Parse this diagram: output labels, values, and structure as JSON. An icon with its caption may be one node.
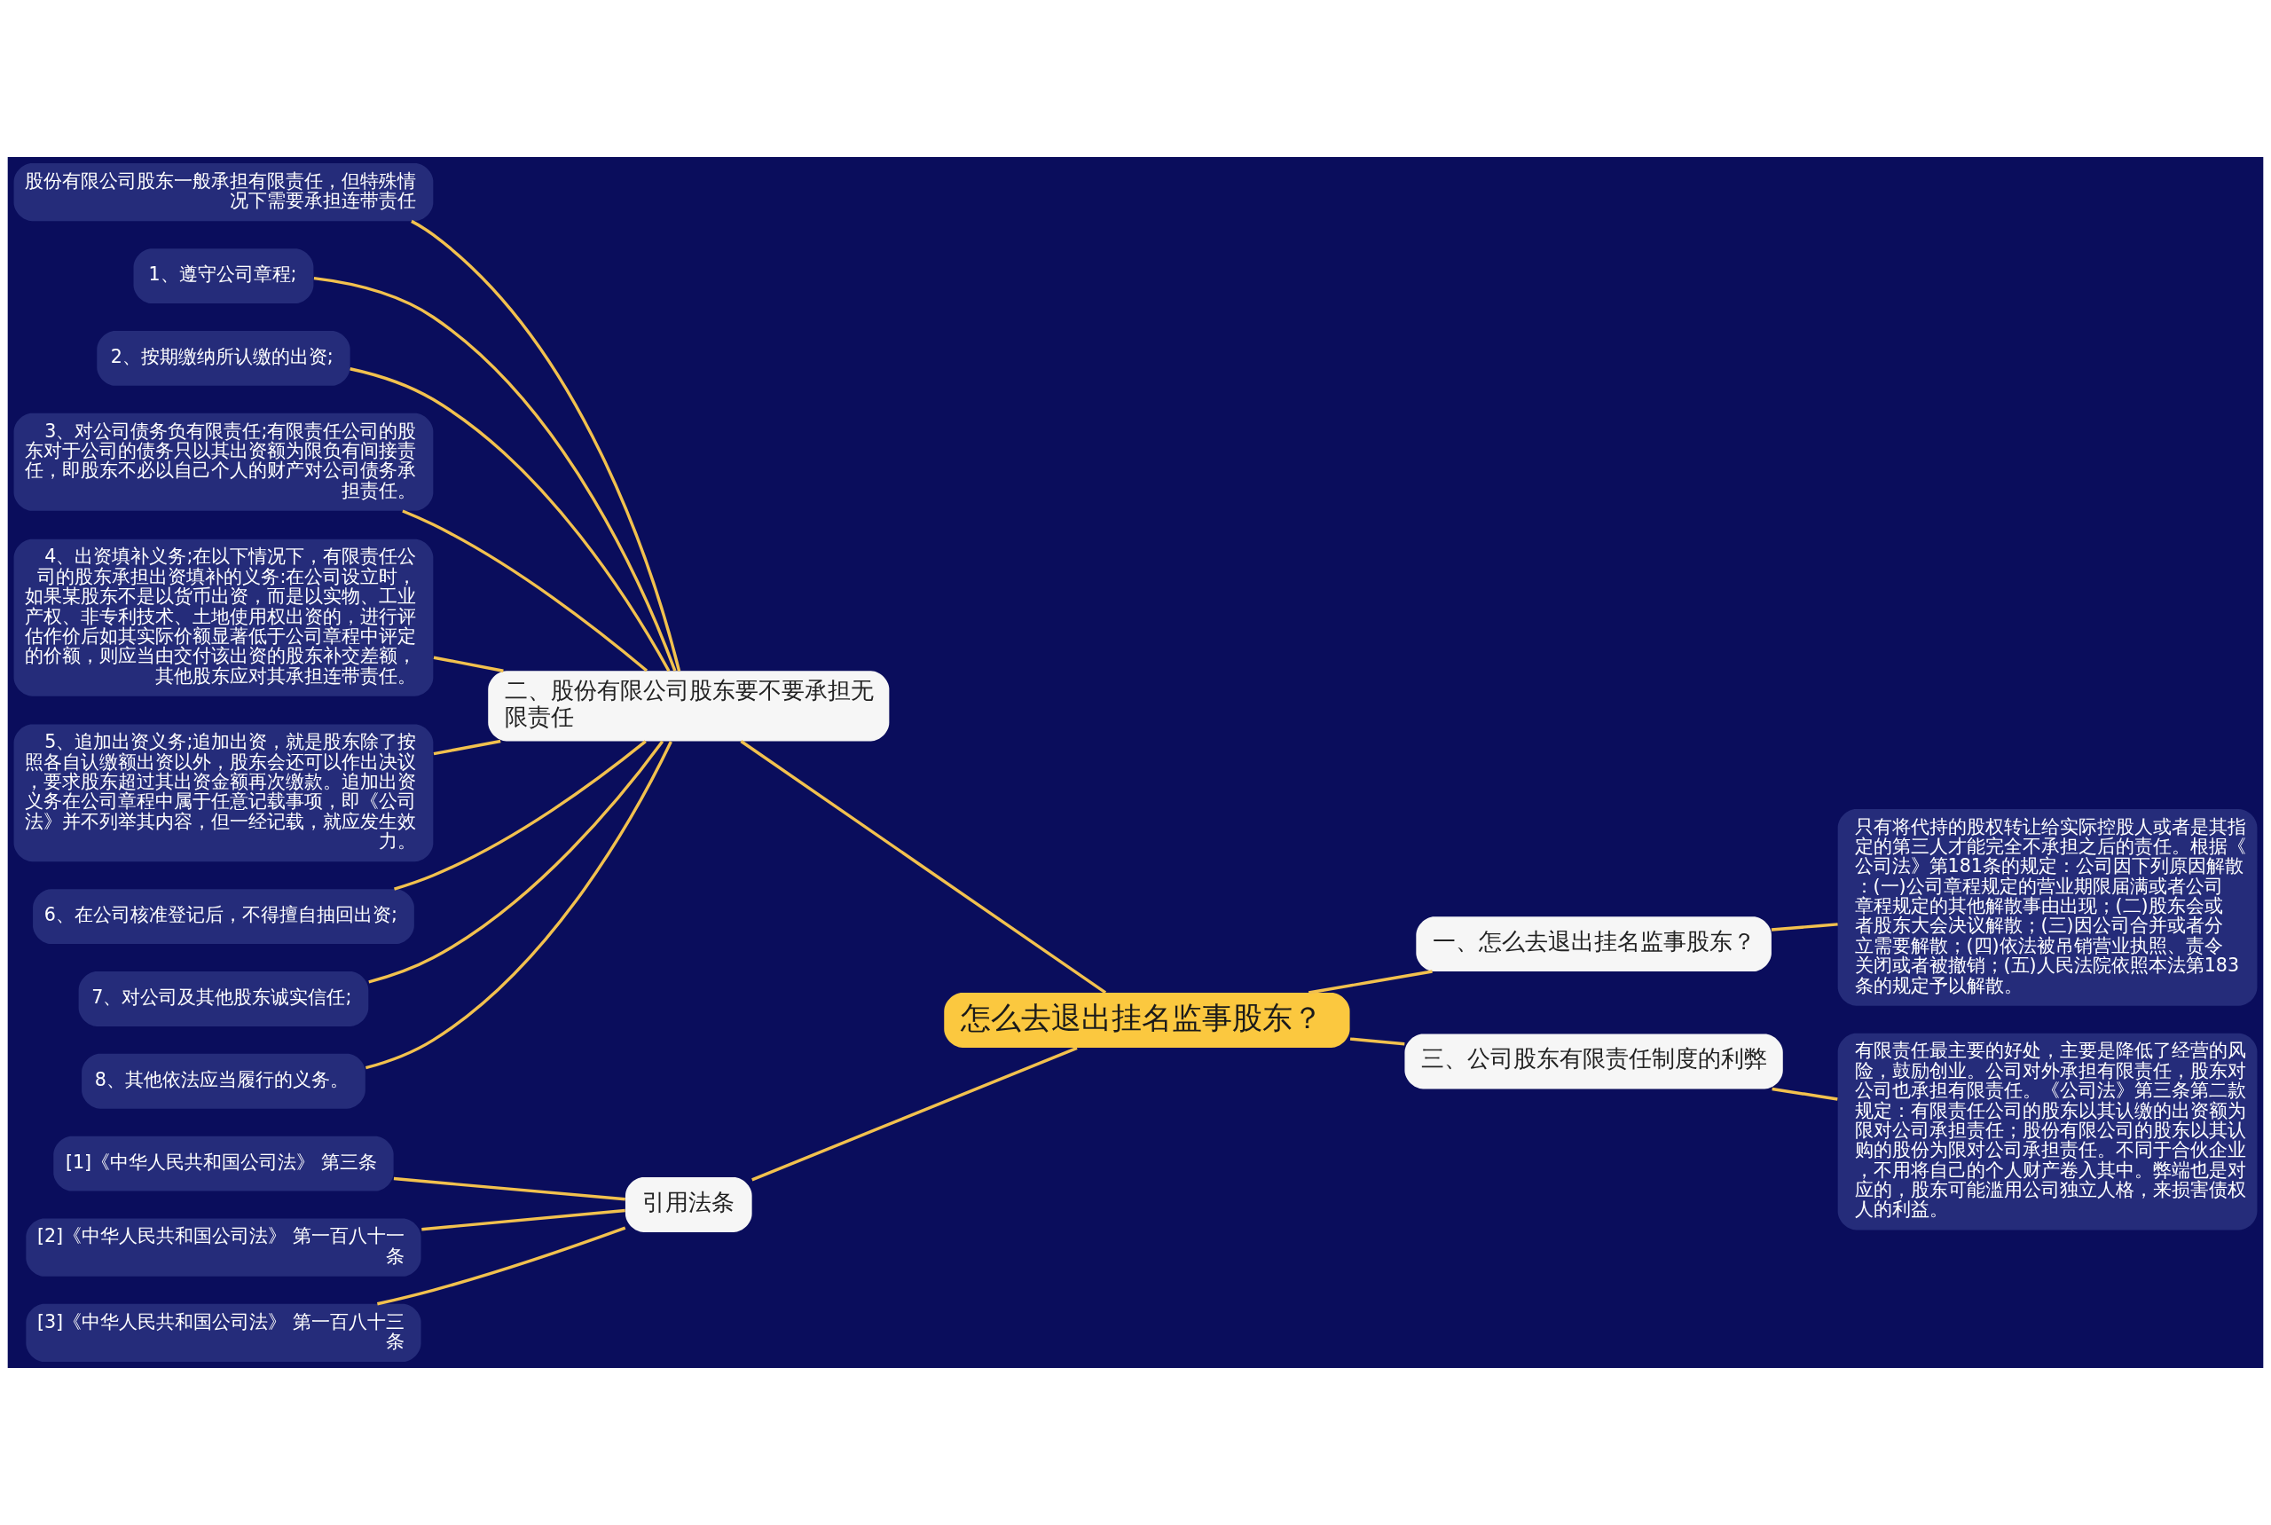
{
  "diagram": {
    "nodes": [
      {
        "text": [
          "怎么去退出挂名监事股东？"
        ]
      },
      {
        "text": [
          "二、股份有限公司股东要不要承担无限责任"
        ]
      },
      {
        "text": [
          "股份有限公司股东一般承担有限责任，但特殊情况下需要承担连带责任"
        ]
      },
      {
        "text": [
          "1、遵守公司章程;"
        ]
      },
      {
        "text": [
          "2、按期缴纳所认缴的出资;"
        ]
      },
      {
        "text": [
          "3、对公司债务负有限责任;有限责任公司的股东对于公司的债务只以其出资额为限负有间接责任，即股东不必以自己个人的财产对公司债务承担责任。"
        ]
      },
      {
        "text": [
          "4、出资填补义务;在以下情况下，有限责任公司的股东承担出资填补的义务:在公司设立时，如果某股东不是以货币出资，而是以实物、工业产权、非专利技术、土地使用权出资的，进行评估作价后如其实际价额显著低于公司章程中评定的价额，则应当由交付该出资的股东补交差额，其他股东应对其承担连带责任。"
        ]
      },
      {
        "text": [
          "5、追加出资义务;追加出资，就是股东除了按照各自认缴额出资以外，股东会还可以作出决议，要求股东超过其出资金额再次缴款。追加出资义务在公司章程中属于任意记载事项，即《公司法》并不列举其内容，但一经记载，就应发生效力。"
        ]
      },
      {
        "text": [
          "6、在公司核准登记后，不得擅自抽回出资;"
        ]
      },
      {
        "text": [
          "7、对公司及其他股东诚实信任;"
        ]
      },
      {
        "text": [
          "8、其他依法应当履行的义务。"
        ]
      },
      {
        "text": [
          "引用法条"
        ]
      },
      {
        "text": [
          "[1]《中华人民共和国公司法》 第三条"
        ]
      },
      {
        "text": [
          "[2]《中华人民共和国公司法》 第一百八十一条"
        ]
      },
      {
        "text": [
          "[3]《中华人民共和国公司法》 第一百八十三条"
        ]
      },
      {
        "text": [
          "一、怎么去退出挂名监事股东？"
        ]
      },
      {
        "text": [
          "只有将代持的股权转让给实际控股人或者是其指定的第三人才能完全不承担之后的责任。根据《公司法》第181条的规定：公司因下列原因解散：(一)公司章程规定的营业期限届满或者公司章程规定的其他解散事由出现；(二)股东会或者股东大会决议解散；(三)因公司合并或者分立需要解散；(四)依法被吊销营业执照、责令关闭或者被撤销；(五)人民法院依照本法第183条的规定予以解散。"
        ]
      },
      {
        "text": [
          "三、公司股东有限责任制度的利弊"
        ]
      },
      {
        "text": [
          "有限责任最主要的好处，主要是降低了经营的风险，鼓励创业。公司对外承担有限责任，股东对公司也承担有限责任。《公司法》第三条第二款规定：有限责任公司的股东以其认缴的出资额为限对公司承担责任；股份有限公司的股东以其认购的股份为限对公司承担责任。不同于合伙企业，不用将自己的个人财产卷入其中。弊端也是对应的，股东可能滥用公司独立人格，来损害债权人的利益。"
        ]
      }
    ],
    "edges": [
      {
        "from": 0,
        "to": 1,
        "arrow": "none"
      },
      {
        "from": 1,
        "to": 2,
        "arrow": "none"
      },
      {
        "from": 1,
        "to": 3,
        "arrow": "none"
      },
      {
        "from": 1,
        "to": 4,
        "arrow": "none"
      },
      {
        "from": 1,
        "to": 5,
        "arrow": "none"
      },
      {
        "from": 1,
        "to": 6,
        "arrow": "none"
      },
      {
        "from": 1,
        "to": 7,
        "arrow": "none"
      },
      {
        "from": 1,
        "to": 8,
        "arrow": "none"
      },
      {
        "from": 1,
        "to": 9,
        "arrow": "none"
      },
      {
        "from": 1,
        "to": 10,
        "arrow": "none"
      },
      {
        "from": 0,
        "to": 11,
        "arrow": "none"
      },
      {
        "from": 11,
        "to": 12,
        "arrow": "none"
      },
      {
        "from": 11,
        "to": 13,
        "arrow": "none"
      },
      {
        "from": 11,
        "to": 14,
        "arrow": "none"
      },
      {
        "from": 0,
        "to": 15,
        "arrow": "none"
      },
      {
        "from": 15,
        "to": 16,
        "arrow": "none"
      },
      {
        "from": 0,
        "to": 17,
        "arrow": "none"
      },
      {
        "from": 17,
        "to": 18,
        "arrow": "none"
      }
    ]
  }
}
